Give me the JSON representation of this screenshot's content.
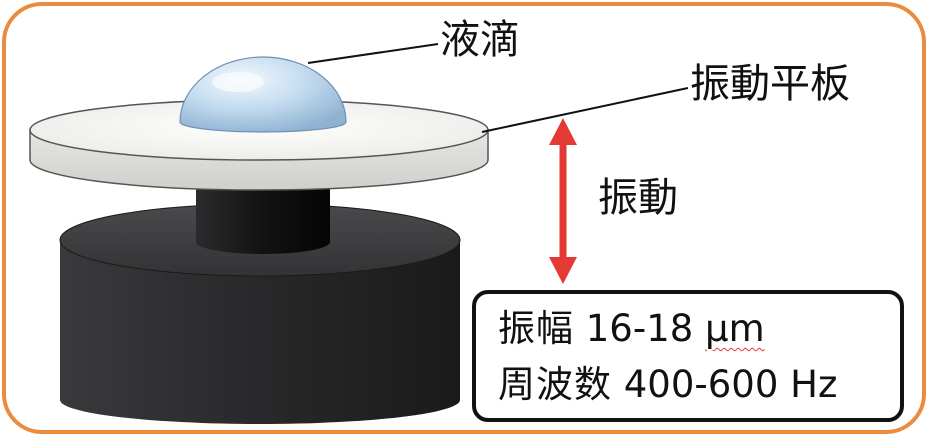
{
  "labels": {
    "droplet": "液滴",
    "plate": "振動平板",
    "vibration": "振動"
  },
  "specs": {
    "amplitude": {
      "name": "振幅",
      "value": "16-18",
      "unit": "μm"
    },
    "frequency": {
      "name": "周波数",
      "value": "400-600",
      "unit": "Hz"
    }
  },
  "colors": {
    "frame": "#ED8B3C",
    "arrow": "#E53935",
    "plate": "#F2F2F0",
    "droplet": "#BCD8EE",
    "base": "#2E2E30"
  },
  "icons": {
    "arrow": "double-headed-vertical-arrow"
  }
}
